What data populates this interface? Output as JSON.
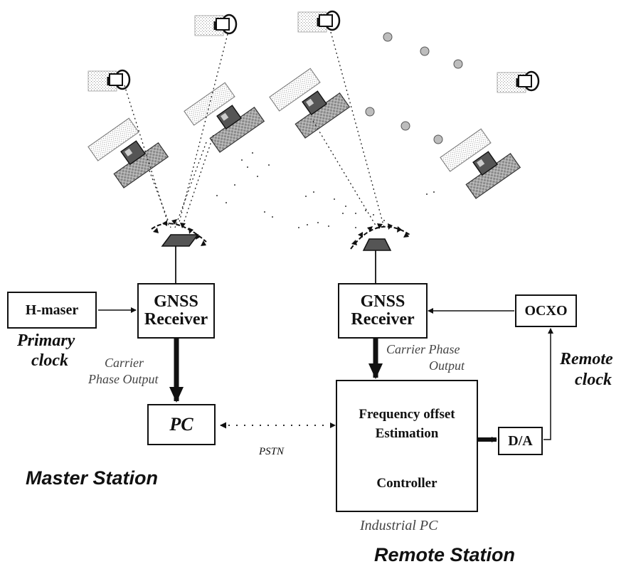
{
  "nodes": {
    "h_maser": "H-maser",
    "gnss_master_line1": "GNSS",
    "gnss_master_line2": "Receiver",
    "pc": "PC",
    "gnss_remote_line1": "GNSS",
    "gnss_remote_line2": "Receiver",
    "ocxo": "OCXO",
    "freq_offset_line1": "Frequency offset",
    "freq_offset_line2": "Estimation",
    "controller": "Controller",
    "da": "D/A"
  },
  "labels": {
    "primary_clock_line1": "Primary",
    "primary_clock_line2": "clock",
    "carrier_master_line1": "Carrier",
    "carrier_master_line2": "Phase Output",
    "carrier_remote_line1": "Carrier Phase",
    "carrier_remote_line2": "Output",
    "remote_clock_line1": "Remote",
    "remote_clock_line2": "clock",
    "pstn": "PSTN",
    "industrial_pc": "Industrial PC",
    "master_station": "Master Station",
    "remote_station": "Remote Station"
  },
  "icons": {
    "satellites": [
      "satellite-icon",
      "satellite-icon",
      "satellite-icon",
      "satellite-icon",
      "satellite-icon",
      "satellite-icon",
      "satellite-icon",
      "satellite-icon"
    ],
    "antennas": [
      "gnss-antenna-icon",
      "gnss-antenna-icon"
    ]
  },
  "colors": {
    "line": "#111111",
    "panel": "#7a7a7a",
    "panel_light": "#d8d8d8",
    "orbit_dot": "#bdbdbd"
  }
}
